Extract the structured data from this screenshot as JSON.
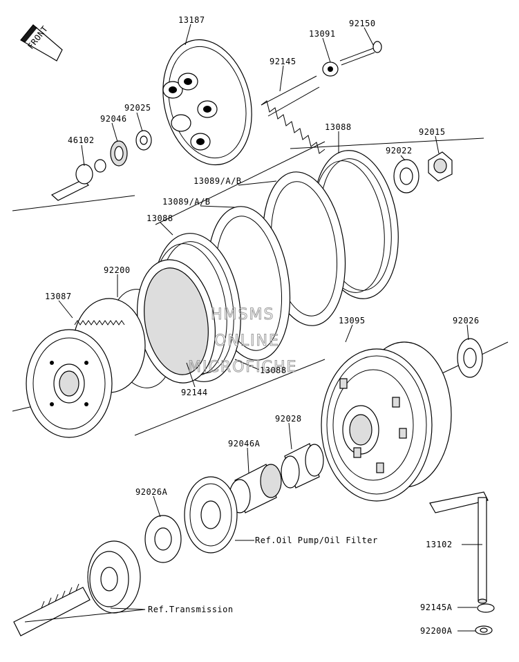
{
  "front_label": "FRONT",
  "watermark": [
    "HMSMS",
    "ONLINE",
    "MICROFICHE"
  ],
  "parts": {
    "p13187": "13187",
    "p13091": "13091",
    "p92150": "92150",
    "p92145": "92145",
    "p92025": "92025",
    "p92046": "92046",
    "p46102": "46102",
    "p13088_top": "13088",
    "p92022": "92022",
    "p92015": "92015",
    "p13089_a": "13089/A/B",
    "p13089_b": "13089/A/B",
    "p13088_mid": "13088",
    "p92200": "92200",
    "p13087": "13087",
    "p13095": "13095",
    "p92026": "92026",
    "p13088_low": "13088",
    "p92144": "92144",
    "p92028": "92028",
    "p92046A": "92046A",
    "p92026A": "92026A",
    "p13102": "13102",
    "p92145A": "92145A",
    "p92200A": "92200A"
  },
  "refs": {
    "oil_pump": "Ref.Oil Pump/Oil Filter",
    "transmission": "Ref.Transmission"
  }
}
